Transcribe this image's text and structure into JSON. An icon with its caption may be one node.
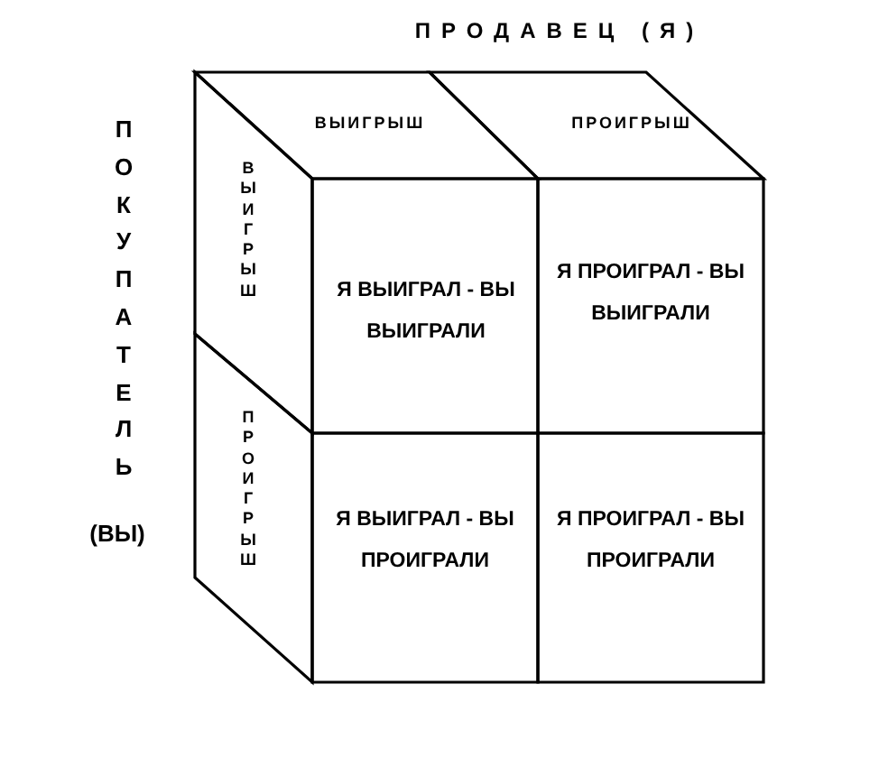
{
  "diagram": {
    "nodes": [
      {
        "text": [
          "ВЫИГРЫШ"
        ]
      },
      {
        "text": [
          "ПРОИГРЫШ"
        ]
      },
      {
        "text": [
          "ВЫИГРЫШ"
        ]
      },
      {
        "text": [
          "ПРОИГРЫШ"
        ]
      },
      {
        "text": [
          "Я ВЫИГРАЛ - ВЫ ВЫИГРАЛИ"
        ]
      },
      {
        "text": [
          "Я ПРОИГРАЛ - ВЫ ВЫИГРАЛИ"
        ]
      },
      {
        "text": [
          "Я ВЫИГРАЛ - ВЫ ПРОИГРАЛИ"
        ]
      },
      {
        "text": [
          "Я ПРОИГРАЛ - ВЫ ПРОИГРАЛИ"
        ]
      }
    ],
    "labels": [
      "ПРОДАВЕЦ (Я)",
      "ПОКУПАТЕЛЬ",
      "(ВЫ)"
    ]
  }
}
